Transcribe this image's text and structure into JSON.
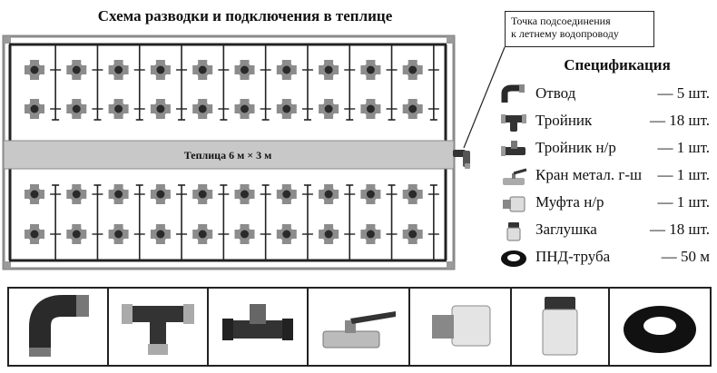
{
  "title": "Схема разводки и подключения в теплице",
  "greenhouse_label": "Теплица 6 м × 3 м",
  "callout": {
    "line1": "Точка подсоединения",
    "line2": "к летнему водопроводу"
  },
  "spec": {
    "title": "Спецификация",
    "items": [
      {
        "name": "Отвод",
        "qty": "— 5 шт.",
        "icon": "elbow-icon"
      },
      {
        "name": "Тройник",
        "qty": "— 18 шт.",
        "icon": "tee-icon"
      },
      {
        "name": "Тройник н/р",
        "qty": "— 1 шт.",
        "icon": "threaded-tee-icon"
      },
      {
        "name": "Кран метал. г-ш",
        "qty": "— 1 шт.",
        "icon": "ball-valve-icon"
      },
      {
        "name": "Муфта н/р",
        "qty": "— 1 шт.",
        "icon": "threaded-coupling-icon"
      },
      {
        "name": "Заглушка",
        "qty": "— 18 шт.",
        "icon": "end-cap-icon"
      },
      {
        "name": "ПНД-труба",
        "qty": "— 50 м",
        "icon": "pipe-coil-icon"
      }
    ]
  },
  "photos": [
    "elbow",
    "tee",
    "threaded-tee",
    "ball-valve",
    "threaded-coupling",
    "end-cap",
    "pipe-coil"
  ],
  "colors": {
    "frame": "#8a8a8a",
    "pipe": "#222222",
    "plant": "#8c8c8c",
    "plant_center": "#2a2a2a",
    "aisle": "#c8c8c8"
  }
}
